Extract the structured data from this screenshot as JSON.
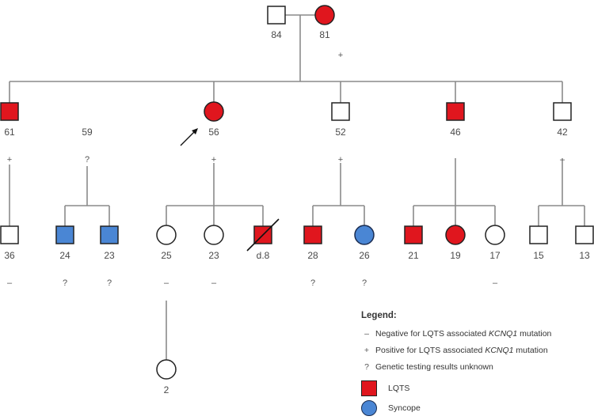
{
  "colors": {
    "lqts": "#e0161e",
    "syncope": "#4a86d4",
    "unaffected": "#ffffff",
    "line": "#8a8a8a",
    "outline": "#222222"
  },
  "people": [
    {
      "id": "g1-father",
      "label": "84",
      "sex": "male",
      "status": "unaffected",
      "marker": ""
    },
    {
      "id": "g1-mother",
      "label": "81",
      "sex": "female",
      "status": "lqts",
      "marker": "+"
    },
    {
      "id": "g2-1",
      "label": "61",
      "sex": "male",
      "status": "lqts",
      "marker": "+"
    },
    {
      "id": "g2-spouse",
      "label": "59",
      "sex": "none",
      "status": "none",
      "marker": "?"
    },
    {
      "id": "g2-proband",
      "label": "56",
      "sex": "female",
      "status": "lqts",
      "marker": "+",
      "proband": true
    },
    {
      "id": "g2-3",
      "label": "52",
      "sex": "male",
      "status": "unaffected",
      "marker": "+"
    },
    {
      "id": "g2-4",
      "label": "46",
      "sex": "male",
      "status": "lqts",
      "marker": ""
    },
    {
      "id": "g2-5",
      "label": "42",
      "sex": "male",
      "status": "unaffected",
      "marker": "–"
    },
    {
      "id": "g3-1",
      "label": "36",
      "sex": "male",
      "status": "unaffected",
      "marker": "–"
    },
    {
      "id": "g3-2",
      "label": "24",
      "sex": "male",
      "status": "syncope",
      "marker": "?"
    },
    {
      "id": "g3-3",
      "label": "23",
      "sex": "male",
      "status": "syncope",
      "marker": "?"
    },
    {
      "id": "g3-4",
      "label": "25",
      "sex": "female",
      "status": "unaffected",
      "marker": "–"
    },
    {
      "id": "g3-5",
      "label": "23",
      "sex": "female",
      "status": "unaffected",
      "marker": "–"
    },
    {
      "id": "g3-6",
      "label": "d.8",
      "sex": "male",
      "status": "lqts",
      "marker": "",
      "deceased": true
    },
    {
      "id": "g3-7",
      "label": "28",
      "sex": "male",
      "status": "lqts",
      "marker": "?"
    },
    {
      "id": "g3-8",
      "label": "26",
      "sex": "female",
      "status": "syncope",
      "marker": "?"
    },
    {
      "id": "g3-9",
      "label": "21",
      "sex": "male",
      "status": "lqts",
      "marker": ""
    },
    {
      "id": "g3-10",
      "label": "19",
      "sex": "female",
      "status": "lqts",
      "marker": ""
    },
    {
      "id": "g3-11",
      "label": "17",
      "sex": "female",
      "status": "unaffected",
      "marker": "–"
    },
    {
      "id": "g3-12",
      "label": "15",
      "sex": "male",
      "status": "unaffected",
      "marker": ""
    },
    {
      "id": "g3-13",
      "label": "13",
      "sex": "male",
      "status": "unaffected",
      "marker": ""
    },
    {
      "id": "g4-1",
      "label": "2",
      "sex": "female",
      "status": "unaffected",
      "marker": ""
    }
  ],
  "legend": {
    "title": "Legend:",
    "items": [
      {
        "symbol": "–",
        "text_before": "Negative for LQTS associated ",
        "gene": "KCNQ1",
        "text_after": " mutation"
      },
      {
        "symbol": "+",
        "text_before": "Positive for LQTS associated ",
        "gene": "KCNQ1",
        "text_after": " mutation"
      },
      {
        "symbol": "?",
        "text_before": "Genetic testing results unknown",
        "gene": "",
        "text_after": ""
      }
    ],
    "shapes": [
      {
        "label": "LQTS",
        "status": "lqts"
      },
      {
        "label": "Syncope",
        "status": "syncope"
      }
    ]
  }
}
